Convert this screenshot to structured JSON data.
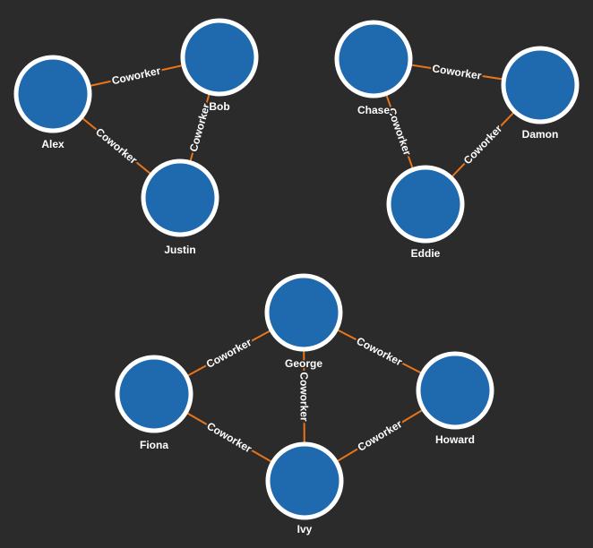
{
  "colors": {
    "background": "#2b2b2b",
    "node_fill": "#1f69ae",
    "node_stroke": "#ffffff",
    "edge": "#e8751a",
    "label": "#ffffff"
  },
  "nodes": [
    {
      "id": "alex",
      "label": "Alex"
    },
    {
      "id": "bob",
      "label": "Bob"
    },
    {
      "id": "justin",
      "label": "Justin"
    },
    {
      "id": "chase",
      "label": "Chase"
    },
    {
      "id": "damon",
      "label": "Damon"
    },
    {
      "id": "eddie",
      "label": "Eddie"
    },
    {
      "id": "george",
      "label": "George"
    },
    {
      "id": "fiona",
      "label": "Fiona"
    },
    {
      "id": "howard",
      "label": "Howard"
    },
    {
      "id": "ivy",
      "label": "Ivy"
    }
  ],
  "edges": [
    {
      "from": "alex",
      "to": "bob",
      "label": "Coworker"
    },
    {
      "from": "alex",
      "to": "justin",
      "label": "Coworker"
    },
    {
      "from": "bob",
      "to": "justin",
      "label": "Coworker"
    },
    {
      "from": "chase",
      "to": "damon",
      "label": "Coworker"
    },
    {
      "from": "chase",
      "to": "eddie",
      "label": "Coworker"
    },
    {
      "from": "damon",
      "to": "eddie",
      "label": "Coworker"
    },
    {
      "from": "fiona",
      "to": "george",
      "label": "Coworker"
    },
    {
      "from": "george",
      "to": "howard",
      "label": "Coworker"
    },
    {
      "from": "george",
      "to": "ivy",
      "label": "Coworker"
    },
    {
      "from": "fiona",
      "to": "ivy",
      "label": "Coworker"
    },
    {
      "from": "ivy",
      "to": "howard",
      "label": "Coworker"
    }
  ]
}
